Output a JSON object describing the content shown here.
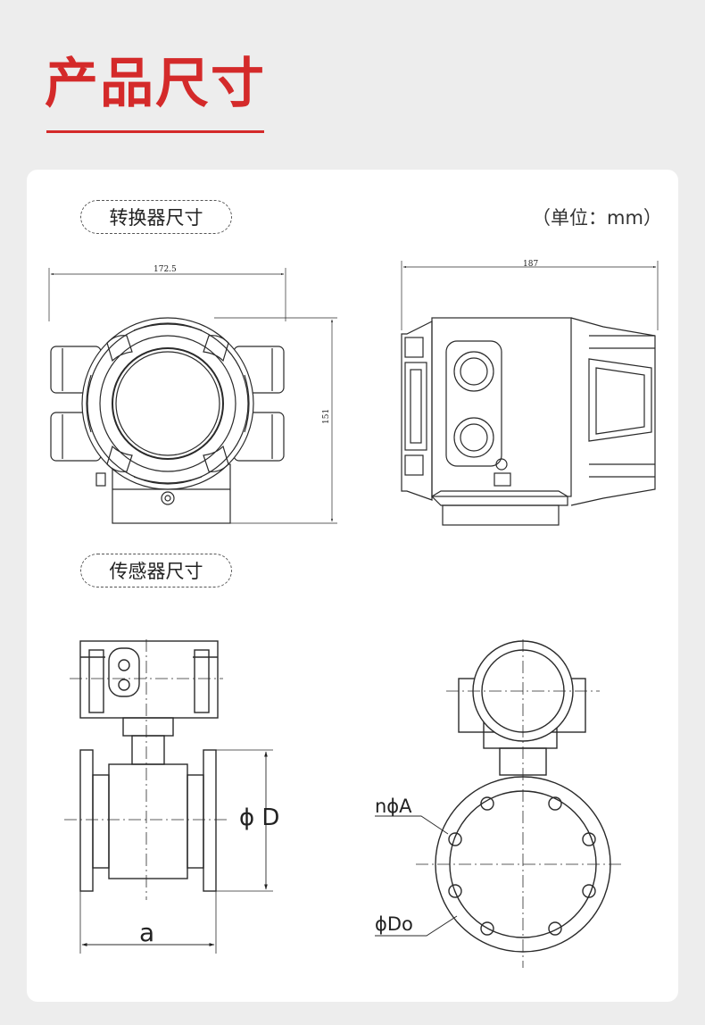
{
  "header": {
    "title": "产品尺寸",
    "accent_color": "#d42a2a"
  },
  "converter": {
    "label": "转换器尺寸",
    "unit_note": "（单位：mm）",
    "front_width": "172.5",
    "front_height": "151",
    "side_width": "187"
  },
  "sensor": {
    "label": "传感器尺寸",
    "label_phiD": "ϕ D",
    "label_a": "a",
    "label_nphiA": "nϕA",
    "label_phiDo": "ϕDo"
  }
}
